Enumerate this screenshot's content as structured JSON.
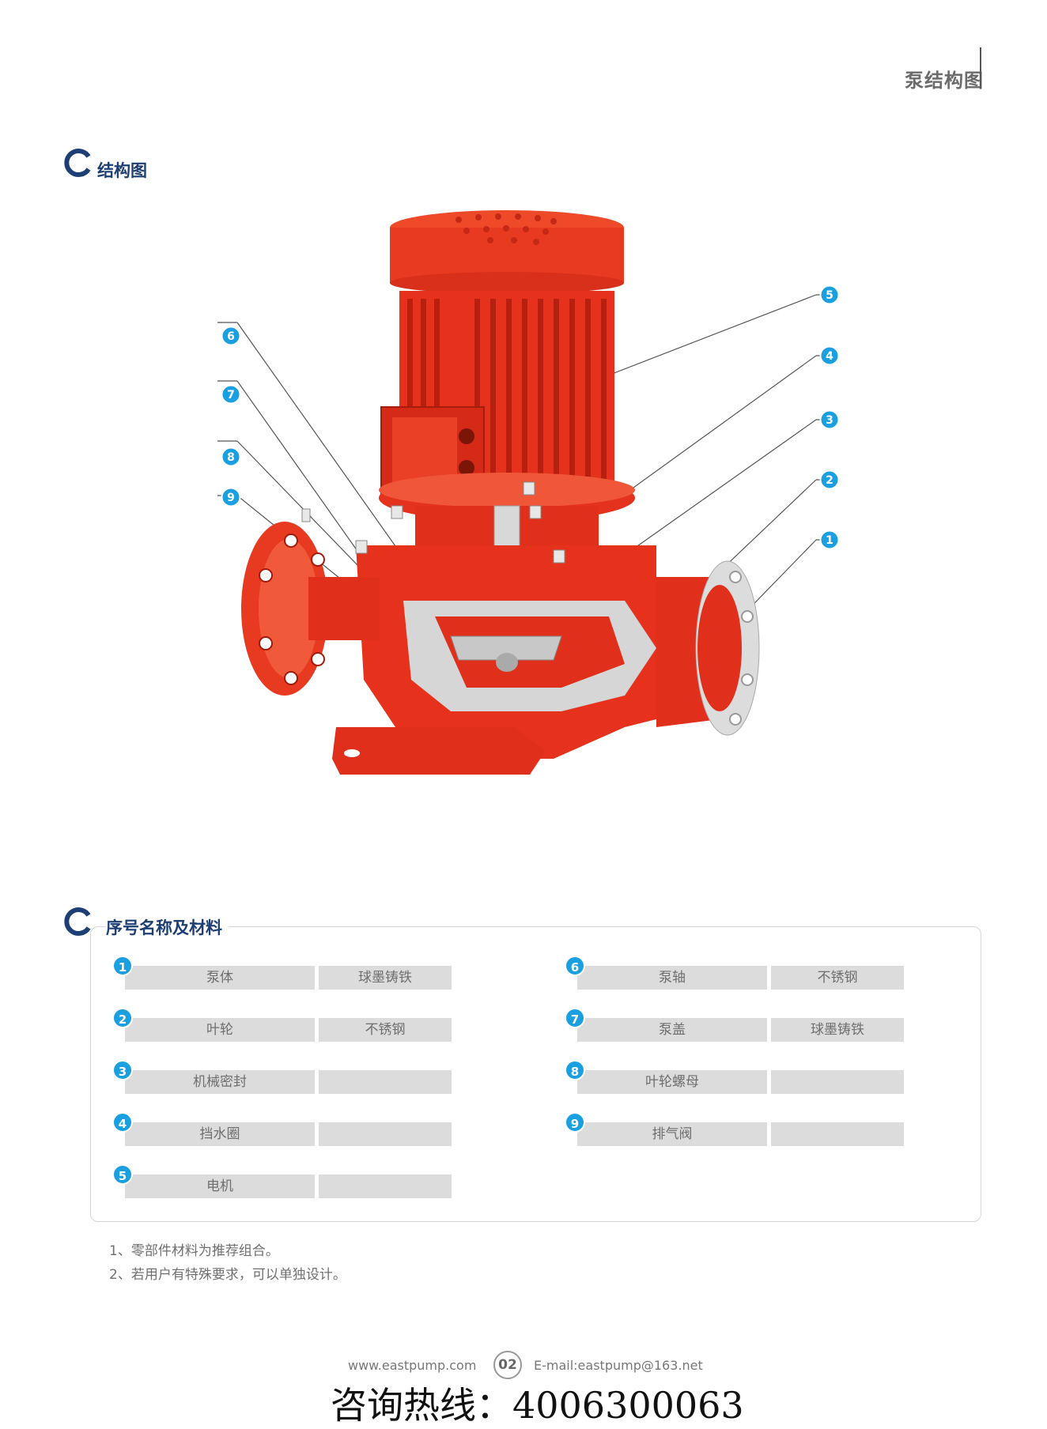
{
  "header": {
    "title": "泵结构图"
  },
  "sections": {
    "structure_title": "结构图",
    "parts_title": "序号名称及材料"
  },
  "callouts": [
    "1",
    "2",
    "3",
    "4",
    "5",
    "6",
    "7",
    "8",
    "9"
  ],
  "parts_left": [
    {
      "num": "1",
      "name": "泵体",
      "material": "球墨铸铁"
    },
    {
      "num": "2",
      "name": "叶轮",
      "material": "不锈钢"
    },
    {
      "num": "3",
      "name": "机械密封",
      "material": ""
    },
    {
      "num": "4",
      "name": "挡水圈",
      "material": ""
    },
    {
      "num": "5",
      "name": "电机",
      "material": ""
    }
  ],
  "parts_right": [
    {
      "num": "6",
      "name": "泵轴",
      "material": "不锈钢"
    },
    {
      "num": "7",
      "name": "泵盖",
      "material": "球墨铸铁"
    },
    {
      "num": "8",
      "name": "叶轮螺母",
      "material": ""
    },
    {
      "num": "9",
      "name": "排气阀",
      "material": ""
    }
  ],
  "notes": [
    "1、零部件材料为推荐组合。",
    "2、若用户有特殊要求，可以单独设计。"
  ],
  "footer": {
    "website": "www.eastpump.com",
    "page": "02",
    "email": "E-mail:eastpump@163.net",
    "hotline": "咨询热线：4006300063"
  },
  "colors": {
    "accent_blue": "#1aa0e0",
    "title_navy": "#1d3f73",
    "pump_red": "#e8321e"
  }
}
